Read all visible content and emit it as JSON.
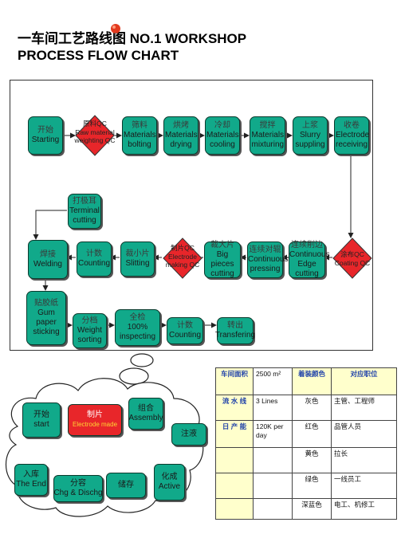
{
  "title": {
    "line1": "一车间工艺路线图   NO.1 WORKSHOP",
    "line2": "PROCESS FLOW CHART"
  },
  "flow": {
    "start": {
      "cn": "开始",
      "en": "Starting"
    },
    "raw_qc": {
      "cn": "原料QC",
      "en": "Raw material weighting QC"
    },
    "bolting": {
      "cn": "筛料",
      "en": "Materials bolting"
    },
    "drying": {
      "cn": "烘烤",
      "en": "Materials drying"
    },
    "cooling": {
      "cn": "冷却",
      "en": "Materials cooling"
    },
    "mixturing": {
      "cn": "搅拌",
      "en": "Materials mixturing"
    },
    "slurry": {
      "cn": "上浆",
      "en": "Slurry suppling"
    },
    "receiving": {
      "cn": "收卷",
      "en": "Electrode receiving"
    },
    "coating_qc": {
      "cn": "涂布QC",
      "en": "Coating QC"
    },
    "edge_cutting": {
      "cn": "连续削边",
      "en": "Continuous Edge cutting"
    },
    "pressing": {
      "cn": "连续对辊",
      "en": "Continuous pressing"
    },
    "big_pieces": {
      "cn": "裁大片",
      "en": "Big pieces cutting"
    },
    "making_qc": {
      "cn": "制片QC",
      "en": "Electrode making QC"
    },
    "slitting": {
      "cn": "裁小片",
      "en": "Slitting"
    },
    "counting1": {
      "cn": "计数",
      "en": "Counting"
    },
    "welding": {
      "cn": "焊接",
      "en": "Welding"
    },
    "terminal": {
      "cn": "打极耳",
      "en": "Terminal cutting"
    },
    "gum": {
      "cn": "贴胶纸",
      "en": "Gum paper sticking"
    },
    "weight": {
      "cn": "分档",
      "en": "Weight sorting"
    },
    "inspecting": {
      "cn": "全检",
      "en": "100% inspecting"
    },
    "counting2": {
      "cn": "计数",
      "en": "Counting"
    },
    "transfering": {
      "cn": "转出",
      "en": "Transfering"
    }
  },
  "cloud": {
    "start": {
      "cn": "开始",
      "en": "start"
    },
    "electrode": {
      "cn": "制片",
      "en": "Electrode made"
    },
    "assembly": {
      "cn": "组合",
      "en": "Assembly"
    },
    "injection": {
      "cn": "注液",
      "en": ""
    },
    "active": {
      "cn": "化成",
      "en": "Active"
    },
    "storage": {
      "cn": "储存",
      "en": ""
    },
    "chg": {
      "cn": "分容",
      "en": "Chg & Dischg"
    },
    "end": {
      "cn": "入库",
      "en": "The End"
    }
  },
  "legend": {
    "rows": [
      {
        "a": "车间面积",
        "b": "2500 m²",
        "c": "着装颜色",
        "d": "对应职位"
      },
      {
        "a": "流 水 线",
        "b": "3   Lines",
        "c": "灰色",
        "d": "主管、工程师"
      },
      {
        "a": "日 产 能",
        "b": "120K per day",
        "c": "红色",
        "d": "品管人员"
      },
      {
        "a": "",
        "b": "",
        "c": "黄色",
        "d": "拉长"
      },
      {
        "a": "",
        "b": "",
        "c": "绿色",
        "d": "一线员工"
      },
      {
        "a": "",
        "b": "",
        "c": "深蓝色",
        "d": "电工、机修工"
      }
    ]
  },
  "colors": {
    "node": "#11a98a",
    "diamond": "#e8262a",
    "cloud_red": "#e8262a",
    "table_header": "#ffffcc"
  }
}
